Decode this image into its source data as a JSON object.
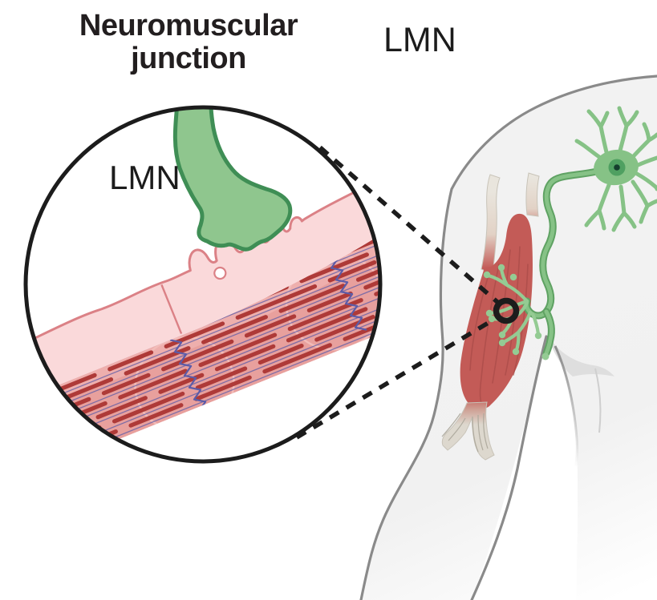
{
  "title": "Neuromuscular junction",
  "labels": {
    "neuron_label": "LMN",
    "inset_neuron_label": "LMN"
  },
  "figure": {
    "inset_subject": "neuromuscular-junction-closeup",
    "body_subject": "arm-with-biceps-and-lower-motor-neuron",
    "marker": "nmj-location-ring"
  },
  "colors": {
    "ink": "#1c1c1c",
    "title": "#221e1f",
    "bg": "#ffffff",
    "pink_light": "#fad9da",
    "pink_stroke": "#db8186",
    "fiber_base": "#e8a09d",
    "fiber_stripe": "#ae3a38",
    "fiber_light": "#f2bcb9",
    "zig_purple": "#5c5ca8",
    "green_fill": "#8fc68e",
    "green_stroke": "#3f8e55",
    "neuron_green": "#86c286",
    "arbor_green": "#94cb93",
    "soma_nucleus": "#4fa061",
    "nucleolus": "#153f2e",
    "muscle_red": "#c35b57",
    "muscle_dark": "#a64a46",
    "tendon": "#e7e3da",
    "tendon_line": "#aba69a",
    "body_fill": "#f2f2f2",
    "body_line": "#8a8a8a",
    "fold_gray": "#dbdbdb"
  }
}
